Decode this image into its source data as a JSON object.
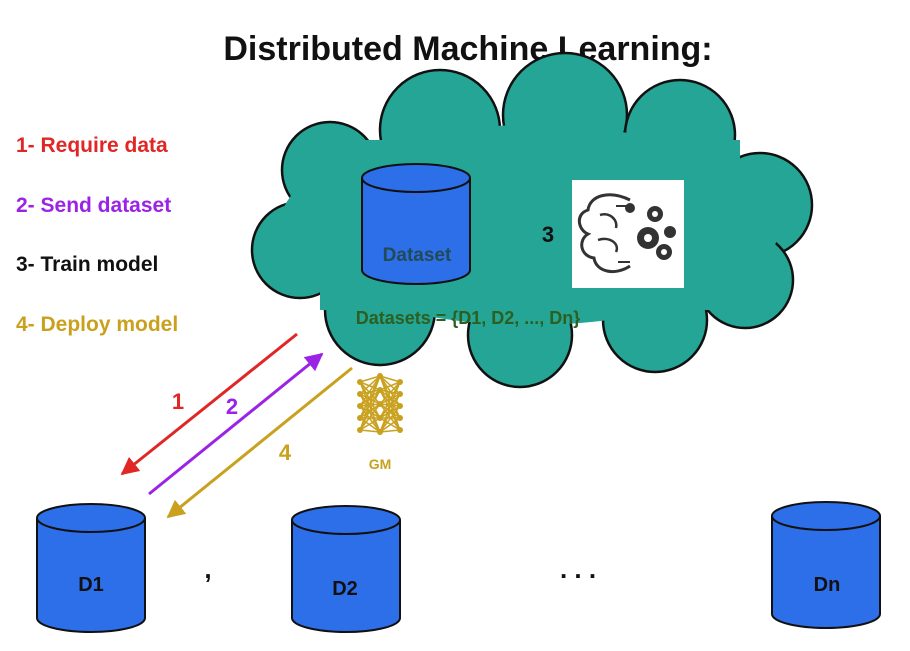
{
  "title": "Distributed Machine Learning:",
  "legend": {
    "step1": "1- Require data",
    "step2": "2- Send dataset",
    "step3": "3- Train model",
    "step4": "4- Deploy model"
  },
  "cloud": {
    "dataset_label": "Dataset",
    "step_number": "3",
    "datasets_text": "Datasets = {D1, D2, ..., Dn}"
  },
  "arrows": {
    "a1": "1",
    "a2": "2",
    "a4": "4",
    "global_model": "GM"
  },
  "nodes": {
    "d1": "D1",
    "d2": "D2",
    "dn": "Dn",
    "comma": ",",
    "ellipsis": ". . ."
  },
  "colors": {
    "cloud": "#24a595",
    "cylinder": "#2d6fe8",
    "red": "#e12626",
    "purple": "#9b23e6",
    "gold": "#c9a11f",
    "dark_green": "#2c5f20"
  }
}
